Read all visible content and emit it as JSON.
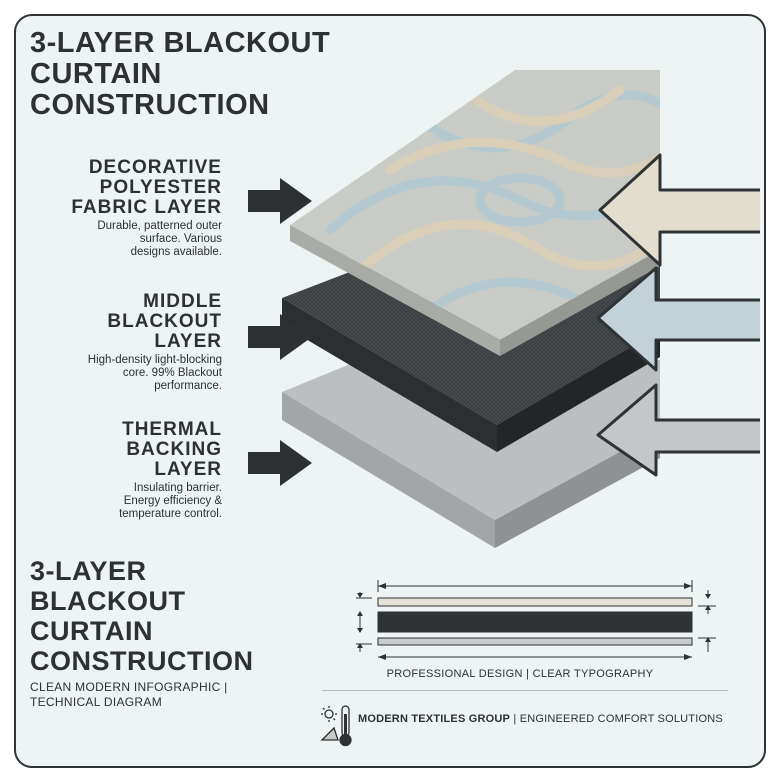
{
  "title_top": "3-LAYER BLACKOUT CURTAIN CONSTRUCTION",
  "layers": [
    {
      "heading_lines": [
        "DECORATIVE",
        "POLYESTER",
        "FABRIC LAYER"
      ],
      "description_lines": [
        "Durable, patterned outer",
        "surface. Various",
        "designs available."
      ]
    },
    {
      "heading_lines": [
        "MIDDLE",
        "BLACKOUT",
        "LAYER"
      ],
      "description_lines": [
        "High-density light-blocking",
        "core. 99% Blackout",
        "performance."
      ]
    },
    {
      "heading_lines": [
        "THERMAL",
        "BACKING",
        "LAYER"
      ],
      "description_lines": [
        "Insulating barrier.",
        "Energy efficiency &",
        "temperature control."
      ]
    }
  ],
  "title_bottom_lines": [
    "3-LAYER",
    "BLACKOUT",
    "CURTAIN",
    "CONSTRUCTION"
  ],
  "subtitle_lines": [
    "CLEAN MODERN INFOGRAPHIC |",
    "TECHNICAL DIAGRAM"
  ],
  "footer_note": "PROFESSIONAL DESIGN | CLEAR TYPOGRAPHY",
  "brand_name": "MODERN TEXTILES GROUP",
  "brand_separator": " | ",
  "brand_tagline": "ENGINEERED COMFORT SOLUTIONS",
  "colors": {
    "frame_bg": "#eef3f4",
    "text": "#2d3134",
    "decorative_layer": "#c9ccc6",
    "blackout_layer": "#3c3f42",
    "thermal_layer": "#b4b7b8",
    "arrow_beige": "#e3ddcf",
    "arrow_blue": "#c3d2d8",
    "arrow_grey": "#c4c6c7"
  },
  "icons": [
    "arrow-right-icon",
    "arrow-left-icon",
    "sun-temperature-icon",
    "thermometer-icon"
  ]
}
